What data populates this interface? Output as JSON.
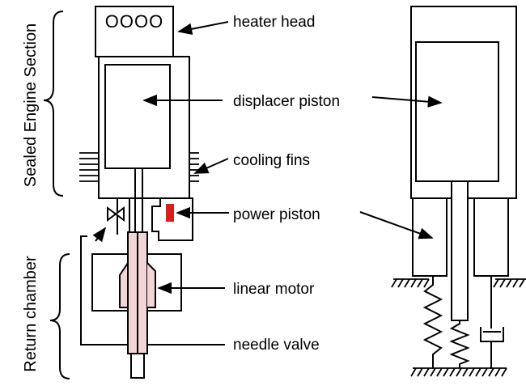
{
  "labels": {
    "heater_head": "heater head",
    "displacer_piston": "displacer piston",
    "cooling_fins": "cooling fins",
    "power_piston": "power piston",
    "linear_motor": "linear motor",
    "needle_valve": "needle valve"
  },
  "sections": {
    "sealed_engine": "Sealed Engine Section",
    "return_chamber": "Return chamber"
  },
  "heater_symbol": "OOOO",
  "colors": {
    "line": "#000000",
    "power_piston": "#d62020",
    "motor_shaft": "#f2d5d5",
    "background": "#ffffff"
  }
}
